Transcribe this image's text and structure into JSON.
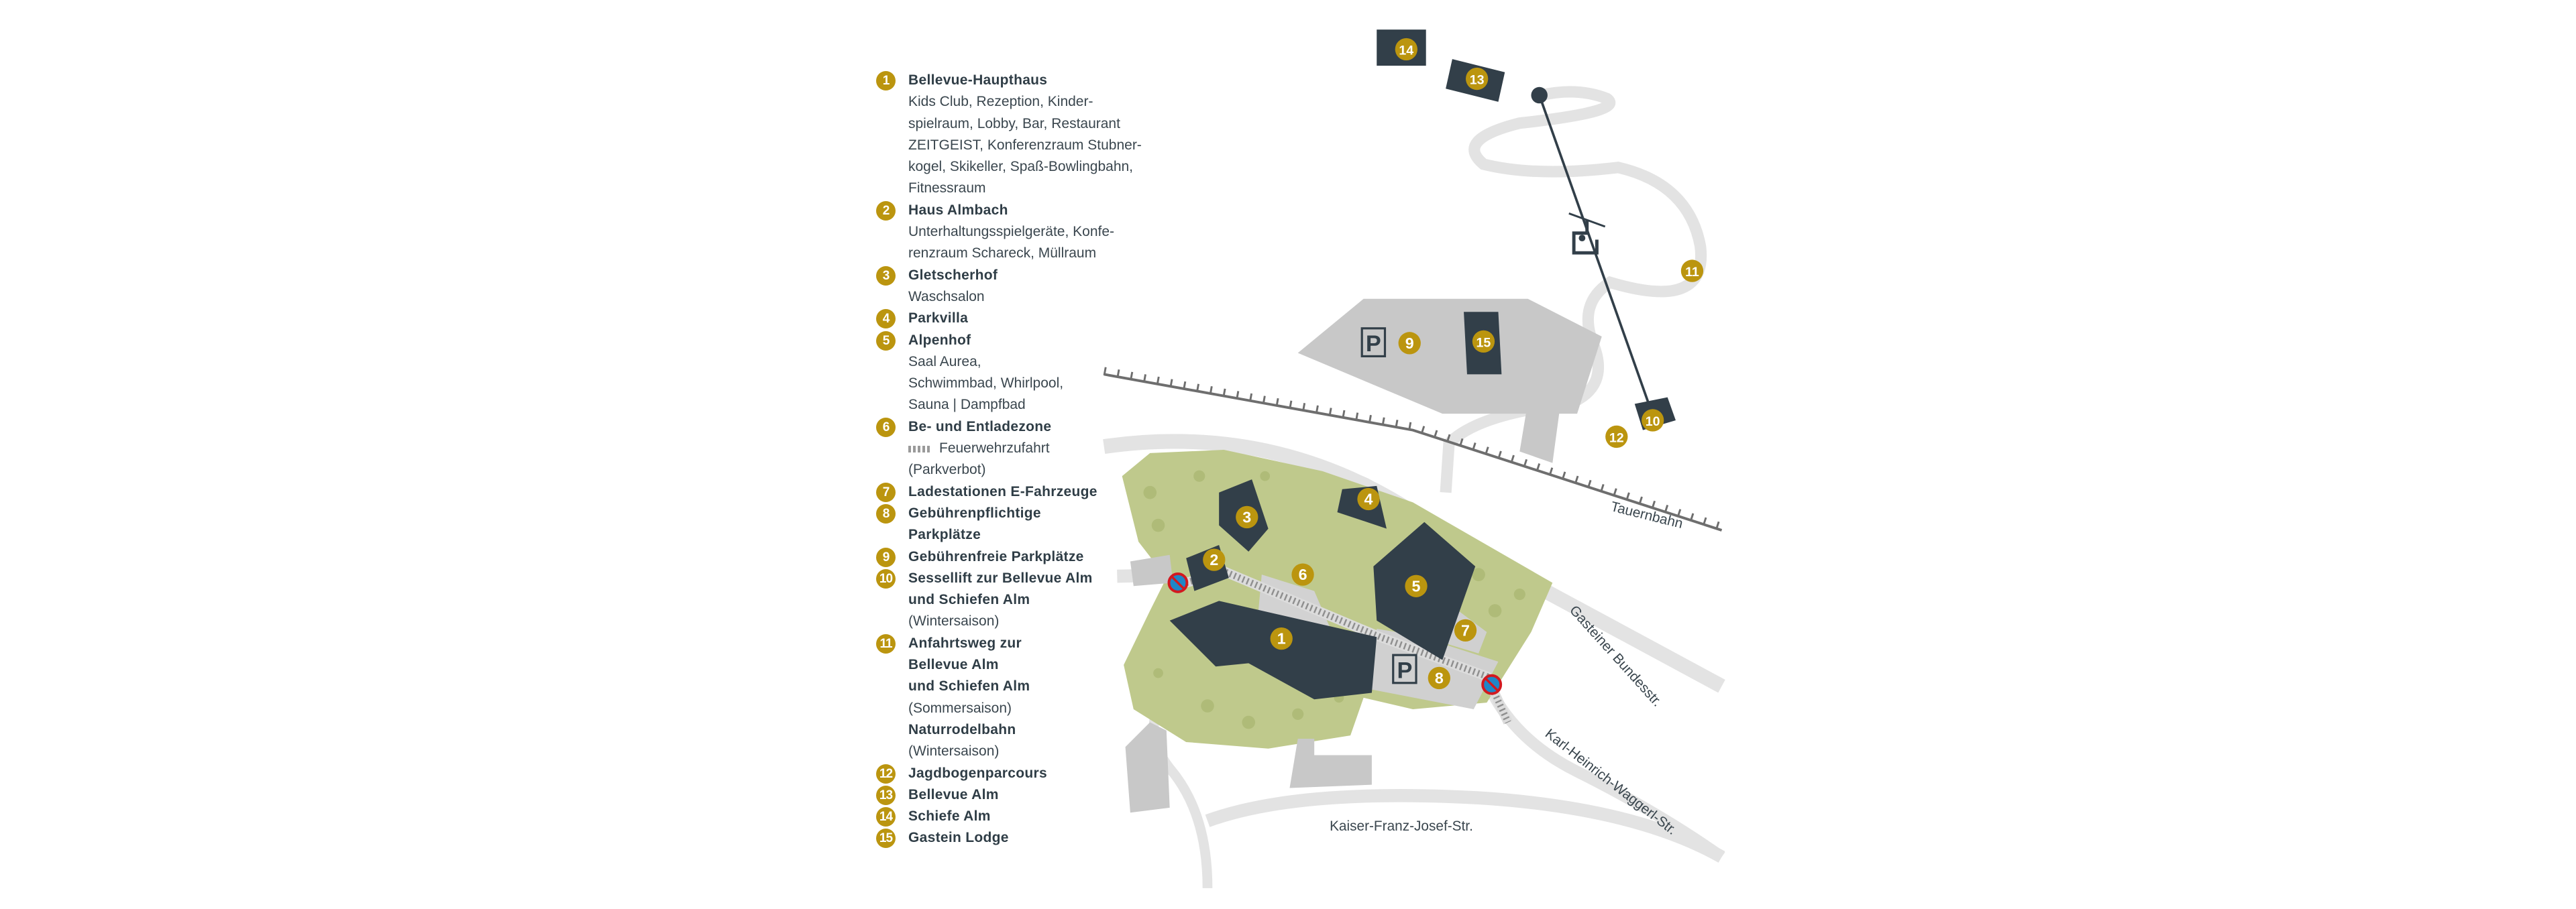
{
  "colors": {
    "accent": "#bb950f",
    "building": "#323f49",
    "green": "#bfc98c",
    "road": "#e3e3e3",
    "gray": "#c8c8c8",
    "text": "#2f3d46"
  },
  "legend": [
    {
      "number": "1",
      "title": [
        "Bellevue-Haupthaus"
      ],
      "desc": [
        "Kids Club, Rezeption, Kinder-",
        "spielraum, Lobby, Bar, Restaurant",
        "ZEITGEIST, Konferenzraum Stubner-",
        "kogel, Skikeller, Spaß-Bowlingbahn,",
        "Fitnessraum"
      ]
    },
    {
      "number": "2",
      "title": [
        "Haus Almbach"
      ],
      "desc": [
        "Unterhaltungsspielgeräte, Konfe-",
        "renzraum Schareck, Müllraum"
      ]
    },
    {
      "number": "3",
      "title": [
        "Gletscherhof"
      ],
      "desc": [
        "Waschsalon"
      ]
    },
    {
      "number": "4",
      "title": [
        "Parkvilla"
      ],
      "desc": []
    },
    {
      "number": "5",
      "title": [
        "Alpenhof"
      ],
      "desc": [
        "Saal Aurea,",
        "Schwimmbad, Whirlpool,",
        "Sauna | Dampfbad"
      ]
    },
    {
      "number": "6",
      "title": [
        "Be- und Entladezone"
      ],
      "desc": [],
      "fire_lane": "Feuerwehrzufahrt",
      "fire_lane_note": "(Parkverbot)"
    },
    {
      "number": "7",
      "title": [
        "Ladestationen E-Fahrzeuge"
      ],
      "desc": []
    },
    {
      "number": "8",
      "title": [
        "Gebührenpflichtige",
        "Parkplätze"
      ],
      "desc": []
    },
    {
      "number": "9",
      "title": [
        "Gebührenfreie Parkplätze"
      ],
      "desc": []
    },
    {
      "number": "10",
      "title": [
        "Sessellift zur Bellevue Alm",
        "und Schiefen Alm"
      ],
      "desc": [
        "(Wintersaison)"
      ]
    },
    {
      "number": "11",
      "title": [
        "Anfahrtsweg zur",
        "Bellevue Alm",
        "und Schiefen Alm"
      ],
      "desc": [
        "(Sommersaison)"
      ],
      "extra_title": "Naturrodelbahn",
      "extra_desc": "(Wintersaison)"
    },
    {
      "number": "12",
      "title": [
        "Jagdbogenparcours"
      ],
      "desc": []
    },
    {
      "number": "13",
      "title": [
        "Bellevue Alm"
      ],
      "desc": []
    },
    {
      "number": "14",
      "title": [
        "Schiefe Alm"
      ],
      "desc": []
    },
    {
      "number": "15",
      "title": [
        "Gastein Lodge"
      ],
      "desc": []
    }
  ],
  "map": {
    "streets": {
      "rail": "Tauernbahn",
      "bundesstr": "Gasteiner Bundesstr.",
      "waggerl": "Karl-Heinrich-Waggerl-Str.",
      "kaiser": "Kaiser-Franz-Josef-Str."
    },
    "parking_symbol": "P",
    "markers": [
      "1",
      "2",
      "3",
      "4",
      "5",
      "6",
      "7",
      "8",
      "9",
      "10",
      "11",
      "12",
      "13",
      "14",
      "15"
    ]
  }
}
